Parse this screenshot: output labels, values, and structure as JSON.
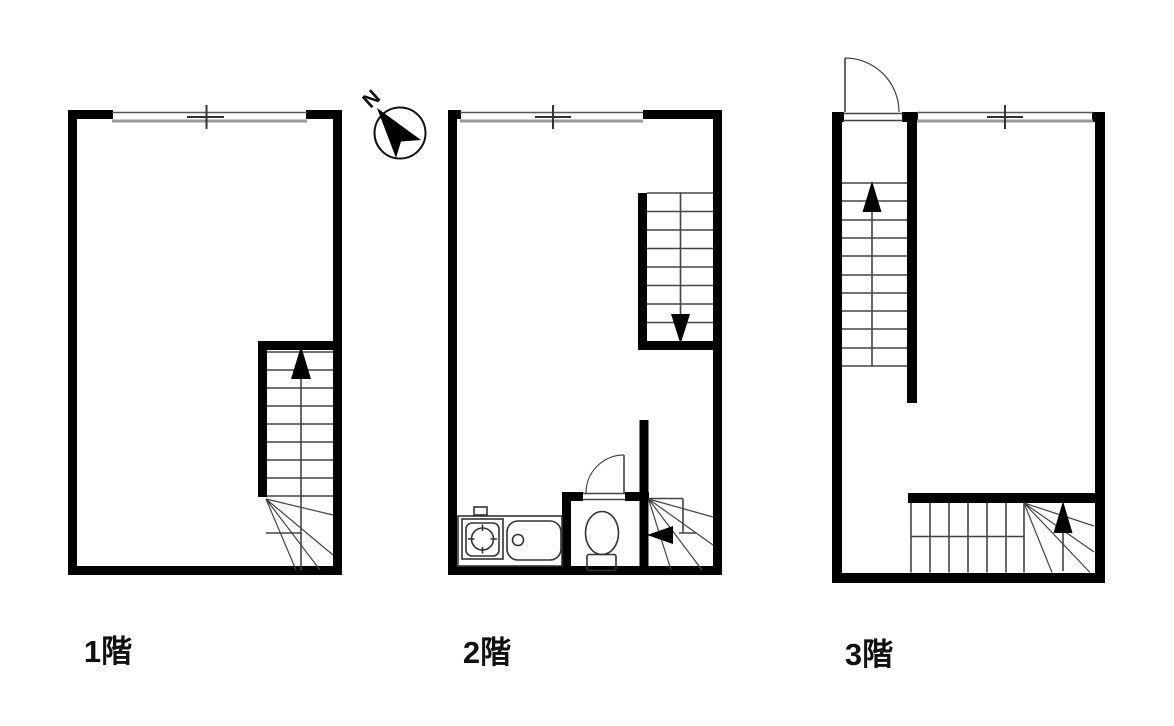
{
  "page": {
    "background_color": "#ffffff",
    "wall_color": "#000000",
    "type": "architectural-floor-plan"
  },
  "compass": {
    "label": "N",
    "icon": "compass-north-arrow-icon",
    "direction": "north-west"
  },
  "floors": [
    {
      "label": "1階",
      "name": "first-floor",
      "features": [
        "sliding-window-top-wall",
        "staircase-up-arrow-bottom-right",
        "winder-stairs-bottom-right"
      ]
    },
    {
      "label": "2階",
      "name": "second-floor",
      "features": [
        "sliding-window-top-wall",
        "staircase-down-arrow-top-right",
        "kitchen-counter-with-burner-and-sink-bottom-left",
        "toilet-room-with-swing-door-bottom-center",
        "winder-stairs-left-arrow-bottom-right"
      ]
    },
    {
      "label": "3階",
      "name": "third-floor",
      "features": [
        "entrance-swing-door-top-left",
        "sliding-window-top-wall",
        "staircase-up-arrow-left-strip",
        "winder-stairs-up-arrow-bottom-right"
      ]
    }
  ]
}
